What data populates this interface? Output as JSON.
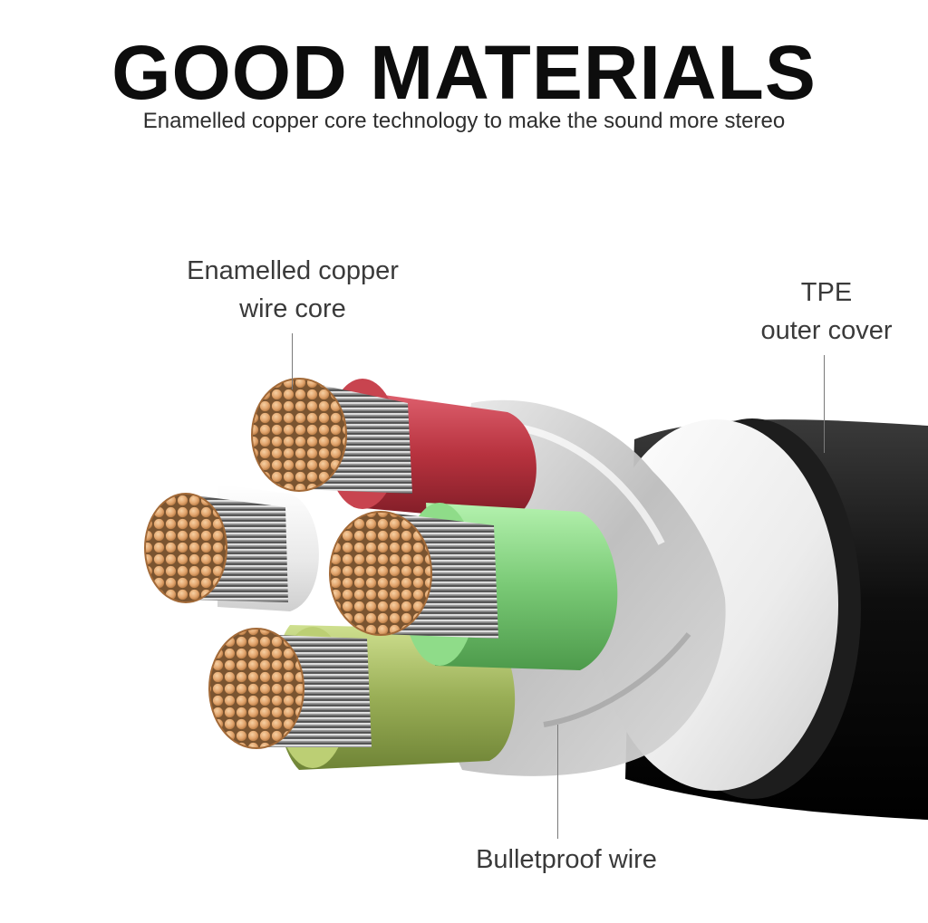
{
  "header": {
    "title": "GOOD MATERIALS",
    "subtitle": "Enamelled copper core technology to make the sound more stereo"
  },
  "callouts": {
    "core": {
      "line1": "Enamelled copper",
      "line2": "wire core"
    },
    "tpe": {
      "line1": "TPE",
      "line2": "outer cover"
    },
    "bulletproof": {
      "line1": "Bulletproof wire"
    }
  },
  "colors": {
    "outer_cover": "#141414",
    "white_jacket": "#f2f2f2",
    "shield_wrap": "#cfcfcf",
    "red_insulation": "#c23b46",
    "green_insulation": "#7fd07a",
    "olive_insulation": "#9bb25a",
    "white_insulation": "#f4f4f4",
    "copper": "#e2a56d"
  }
}
